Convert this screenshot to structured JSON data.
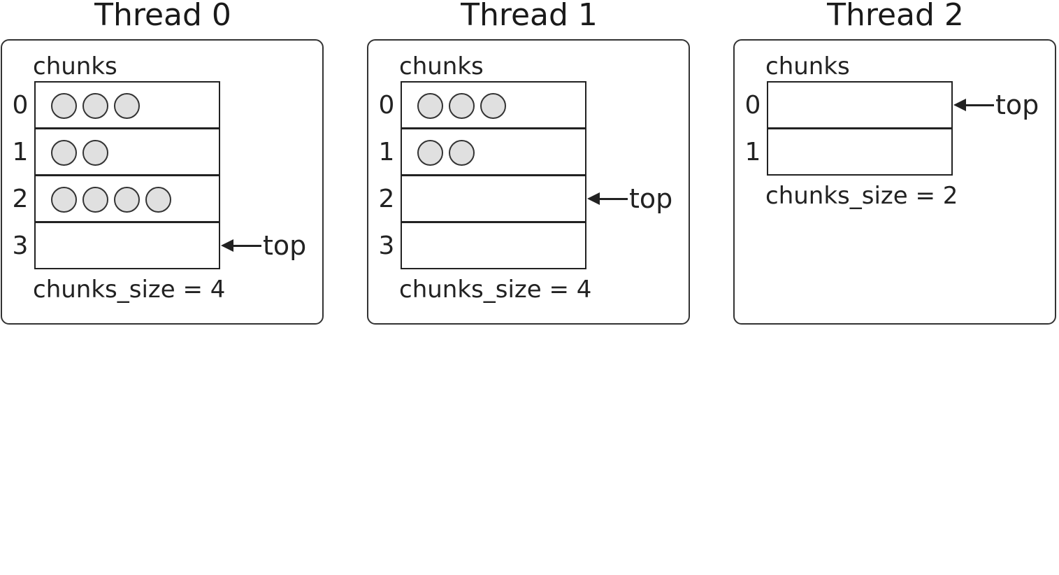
{
  "threads": [
    {
      "title": "Thread 0",
      "chunks_label": "chunks",
      "size_label": "chunks_size = 4",
      "top_label": "top",
      "top_index": 3,
      "chunks": [
        {
          "index": "0",
          "items": 3
        },
        {
          "index": "1",
          "items": 2
        },
        {
          "index": "2",
          "items": 4
        },
        {
          "index": "3",
          "items": 0
        }
      ]
    },
    {
      "title": "Thread 1",
      "chunks_label": "chunks",
      "size_label": "chunks_size = 4",
      "top_label": "top",
      "top_index": 2,
      "chunks": [
        {
          "index": "0",
          "items": 3
        },
        {
          "index": "1",
          "items": 2
        },
        {
          "index": "2",
          "items": 0
        },
        {
          "index": "3",
          "items": 0
        }
      ]
    },
    {
      "title": "Thread 2",
      "chunks_label": "chunks",
      "size_label": "chunks_size = 2",
      "top_label": "top",
      "top_index": 0,
      "chunks": [
        {
          "index": "0",
          "items": 0
        },
        {
          "index": "1",
          "items": 0
        }
      ]
    }
  ],
  "colors": {
    "item_fill": "#e0e0e0",
    "stroke": "#222222"
  }
}
